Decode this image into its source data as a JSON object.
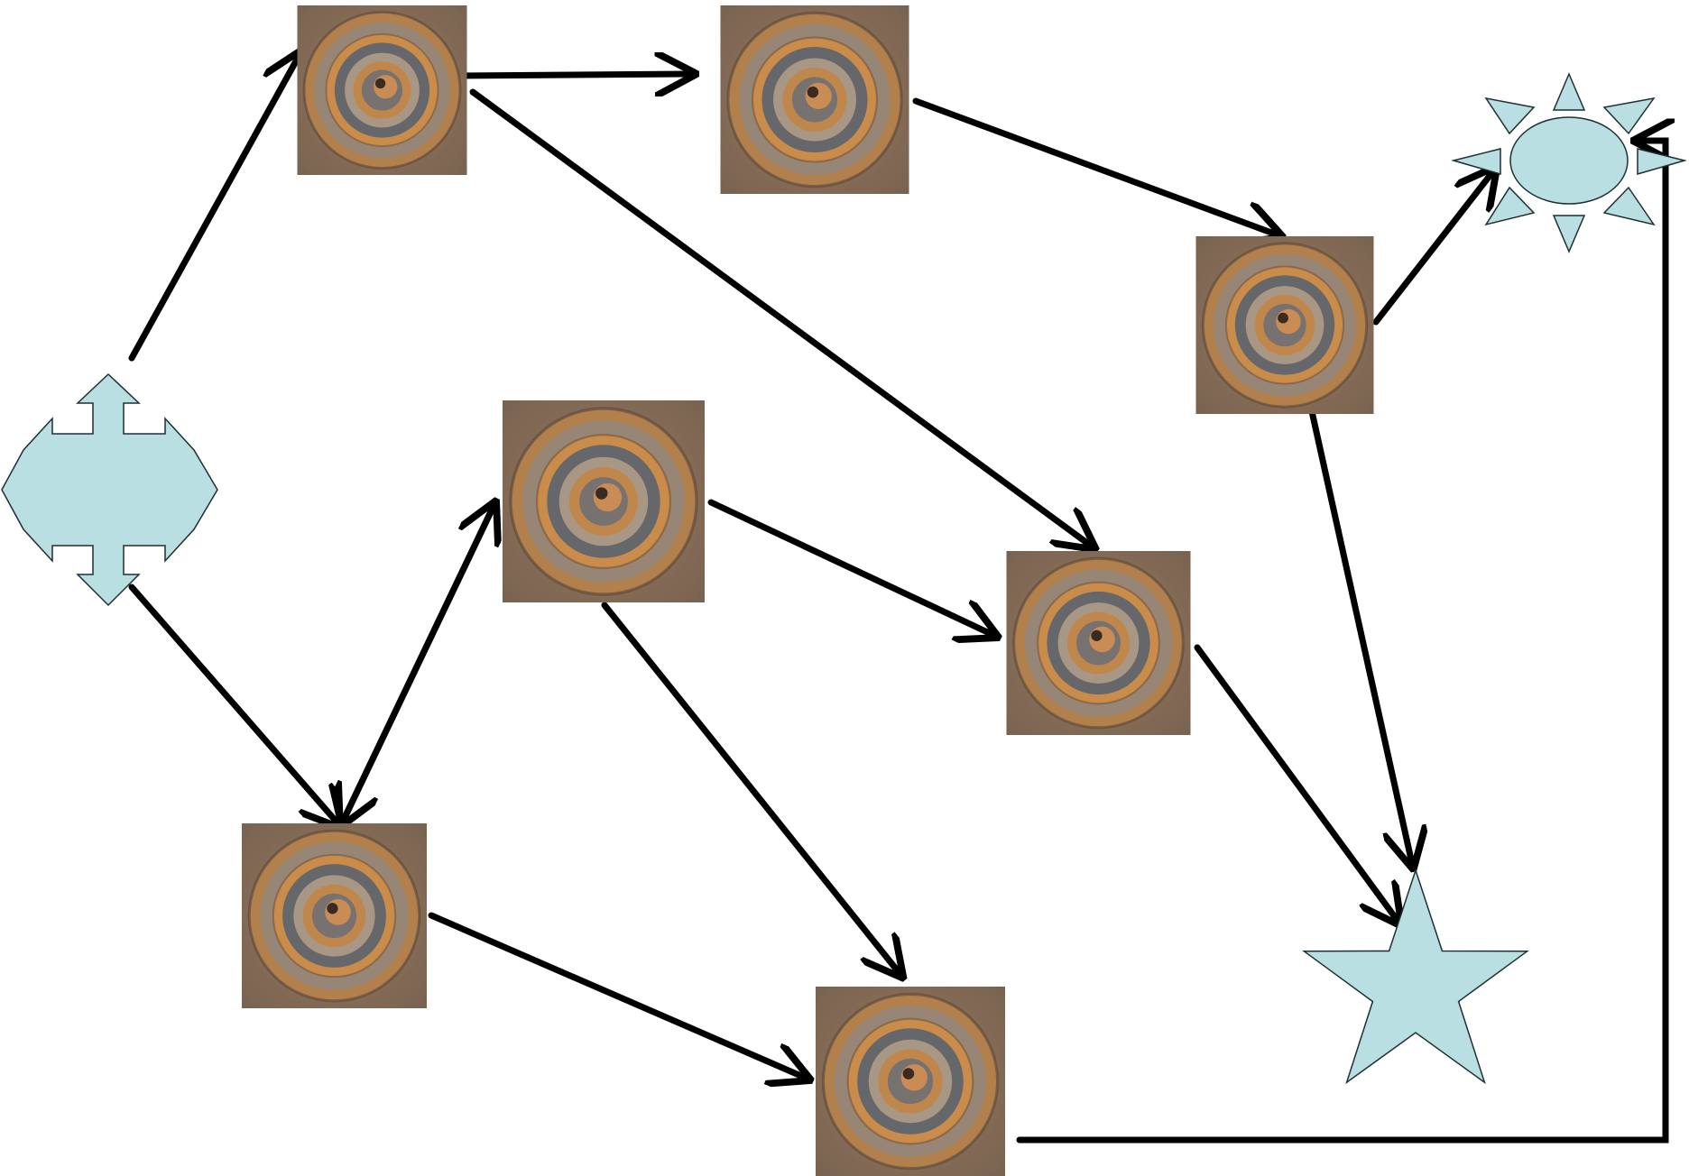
{
  "colors": {
    "background": "#ffffff",
    "shape_fill": "#b9dfe3",
    "edge": "#000000",
    "tile_base": "#8a6a4f",
    "tile_ring_light": "#c88a4b",
    "tile_ring_dark": "#5c5f63"
  },
  "nodes": [
    {
      "id": "start",
      "kind": "four-way-arrow-shape",
      "icon": "four-way-arrow-icon"
    },
    {
      "id": "tile-1",
      "kind": "spiral-stone-tile",
      "icon": "spiral-stone-icon"
    },
    {
      "id": "tile-2",
      "kind": "spiral-stone-tile",
      "icon": "spiral-stone-icon"
    },
    {
      "id": "tile-3",
      "kind": "spiral-stone-tile",
      "icon": "spiral-stone-icon"
    },
    {
      "id": "tile-4",
      "kind": "spiral-stone-tile",
      "icon": "spiral-stone-icon"
    },
    {
      "id": "tile-5",
      "kind": "spiral-stone-tile",
      "icon": "spiral-stone-icon"
    },
    {
      "id": "tile-6",
      "kind": "spiral-stone-tile",
      "icon": "spiral-stone-icon"
    },
    {
      "id": "tile-7",
      "kind": "spiral-stone-tile",
      "icon": "spiral-stone-icon"
    },
    {
      "id": "sun",
      "kind": "sun-shape",
      "icon": "sun-icon"
    },
    {
      "id": "star",
      "kind": "star-shape",
      "icon": "star-icon"
    }
  ],
  "edges": [
    {
      "from": "start",
      "to": "tile-1"
    },
    {
      "from": "tile-1",
      "to": "tile-2"
    },
    {
      "from": "tile-1",
      "to": "tile-5"
    },
    {
      "from": "tile-2",
      "to": "tile-3"
    },
    {
      "from": "tile-3",
      "to": "sun"
    },
    {
      "from": "tile-3",
      "to": "star"
    },
    {
      "from": "start",
      "to": "tile-6"
    },
    {
      "from": "tile-6",
      "to": "tile-4"
    },
    {
      "from": "tile-4",
      "to": "tile-6"
    },
    {
      "from": "tile-4",
      "to": "tile-5"
    },
    {
      "from": "tile-4",
      "to": "tile-7"
    },
    {
      "from": "tile-6",
      "to": "tile-7"
    },
    {
      "from": "tile-5",
      "to": "star"
    },
    {
      "from": "tile-7",
      "to": "sun"
    }
  ]
}
